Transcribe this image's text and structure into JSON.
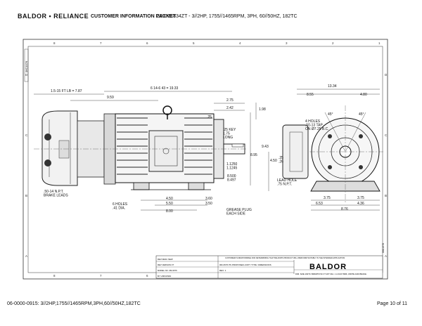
{
  "header": {
    "logo": "BALDOR • RELIANCE",
    "packet_title": "CUSTOMER INFORMATION PACKET",
    "catalog": "CEXM1834ZT - 3//2HP, 1755//1465RPM, 3PH, 60//50HZ, 182TC"
  },
  "drawing": {
    "side_label": "06C1576",
    "zone_numbers_top": [
      "8",
      "7",
      "6",
      "5",
      "4",
      "3",
      "2",
      "1"
    ],
    "zone_letters_left": [
      "D",
      "C",
      "B",
      "A"
    ],
    "dimensions": {
      "overall_brake": "1.5-15 FT LB = 7.87",
      "overall_motor": "6 14-6 43 = 19.33",
      "body": "9.59",
      "width_top": "13.34",
      "right_a": "8.55",
      "right_b": "4.80",
      "d_275": "2.75",
      "d_242": "2.42",
      "d_198": "1.98",
      "d_25": ".25",
      "key": ".25 KEY\n1.75\nLONG",
      "shaft": "1.1250\n1.1245",
      "pilot": "8.500\n8.497",
      "d_895": "8.95",
      "d_943": "9.43",
      "holes_top": "4 HOLES\n.50-13 TAP\nON Ø7.25 B.C.",
      "angle1": "45°",
      "angle2": "45°",
      "d_450_left": "4.50",
      "d_350": "3.50",
      "d_3_60": "3.60",
      "d_550": "5.50",
      "d_800": "8.00",
      "d_450_right": "4.50",
      "d_25b": ".25\n.26",
      "lead_hole": "LEAD HOLE\n.75 N.P.T.",
      "d_375_left": "3.75",
      "d_375_right": "3.75",
      "d_653": "6.53",
      "d_436": "4.36",
      "d_876": "8.76",
      "brake_leads": ".50-14 N.P.T.\nBRAKE LEADS",
      "holes_bottom": "6 HOLES\n.41 DIA.",
      "grease": "GREASE PLUG\nEACH SIDE"
    },
    "title_block": {
      "note": "CUSTOMER IS RESPONSIBLE FOR DETERMINING THAT BALDOR'S PRODUCT WILL PERFORM SUITABLY IN THE INTENDED APPLICATION",
      "company": "BALDOR",
      "desc": "DIM. SIZE 182TC BRKMTR W/ FT 2FT DIA. 1 LOCAT BRK, WRITE AND BRAKE",
      "dwg_no": "06C1576",
      "rows": [
        "REV  DESC  NEW",
        "REV    VERSION   FT",
        "MODEL NO.   06C1576",
        "BY  UNKNOWN"
      ],
      "center_info": "06C1576  PS PROPOSED-COPY  TYPE: DIMENSIONS",
      "rev": "REV: 1"
    }
  },
  "footer": {
    "left": "06-0000-0915: 3//2HP,1755//1465RPM,3PH,60//50HZ,182TC",
    "right": "Page 10 of 11"
  }
}
